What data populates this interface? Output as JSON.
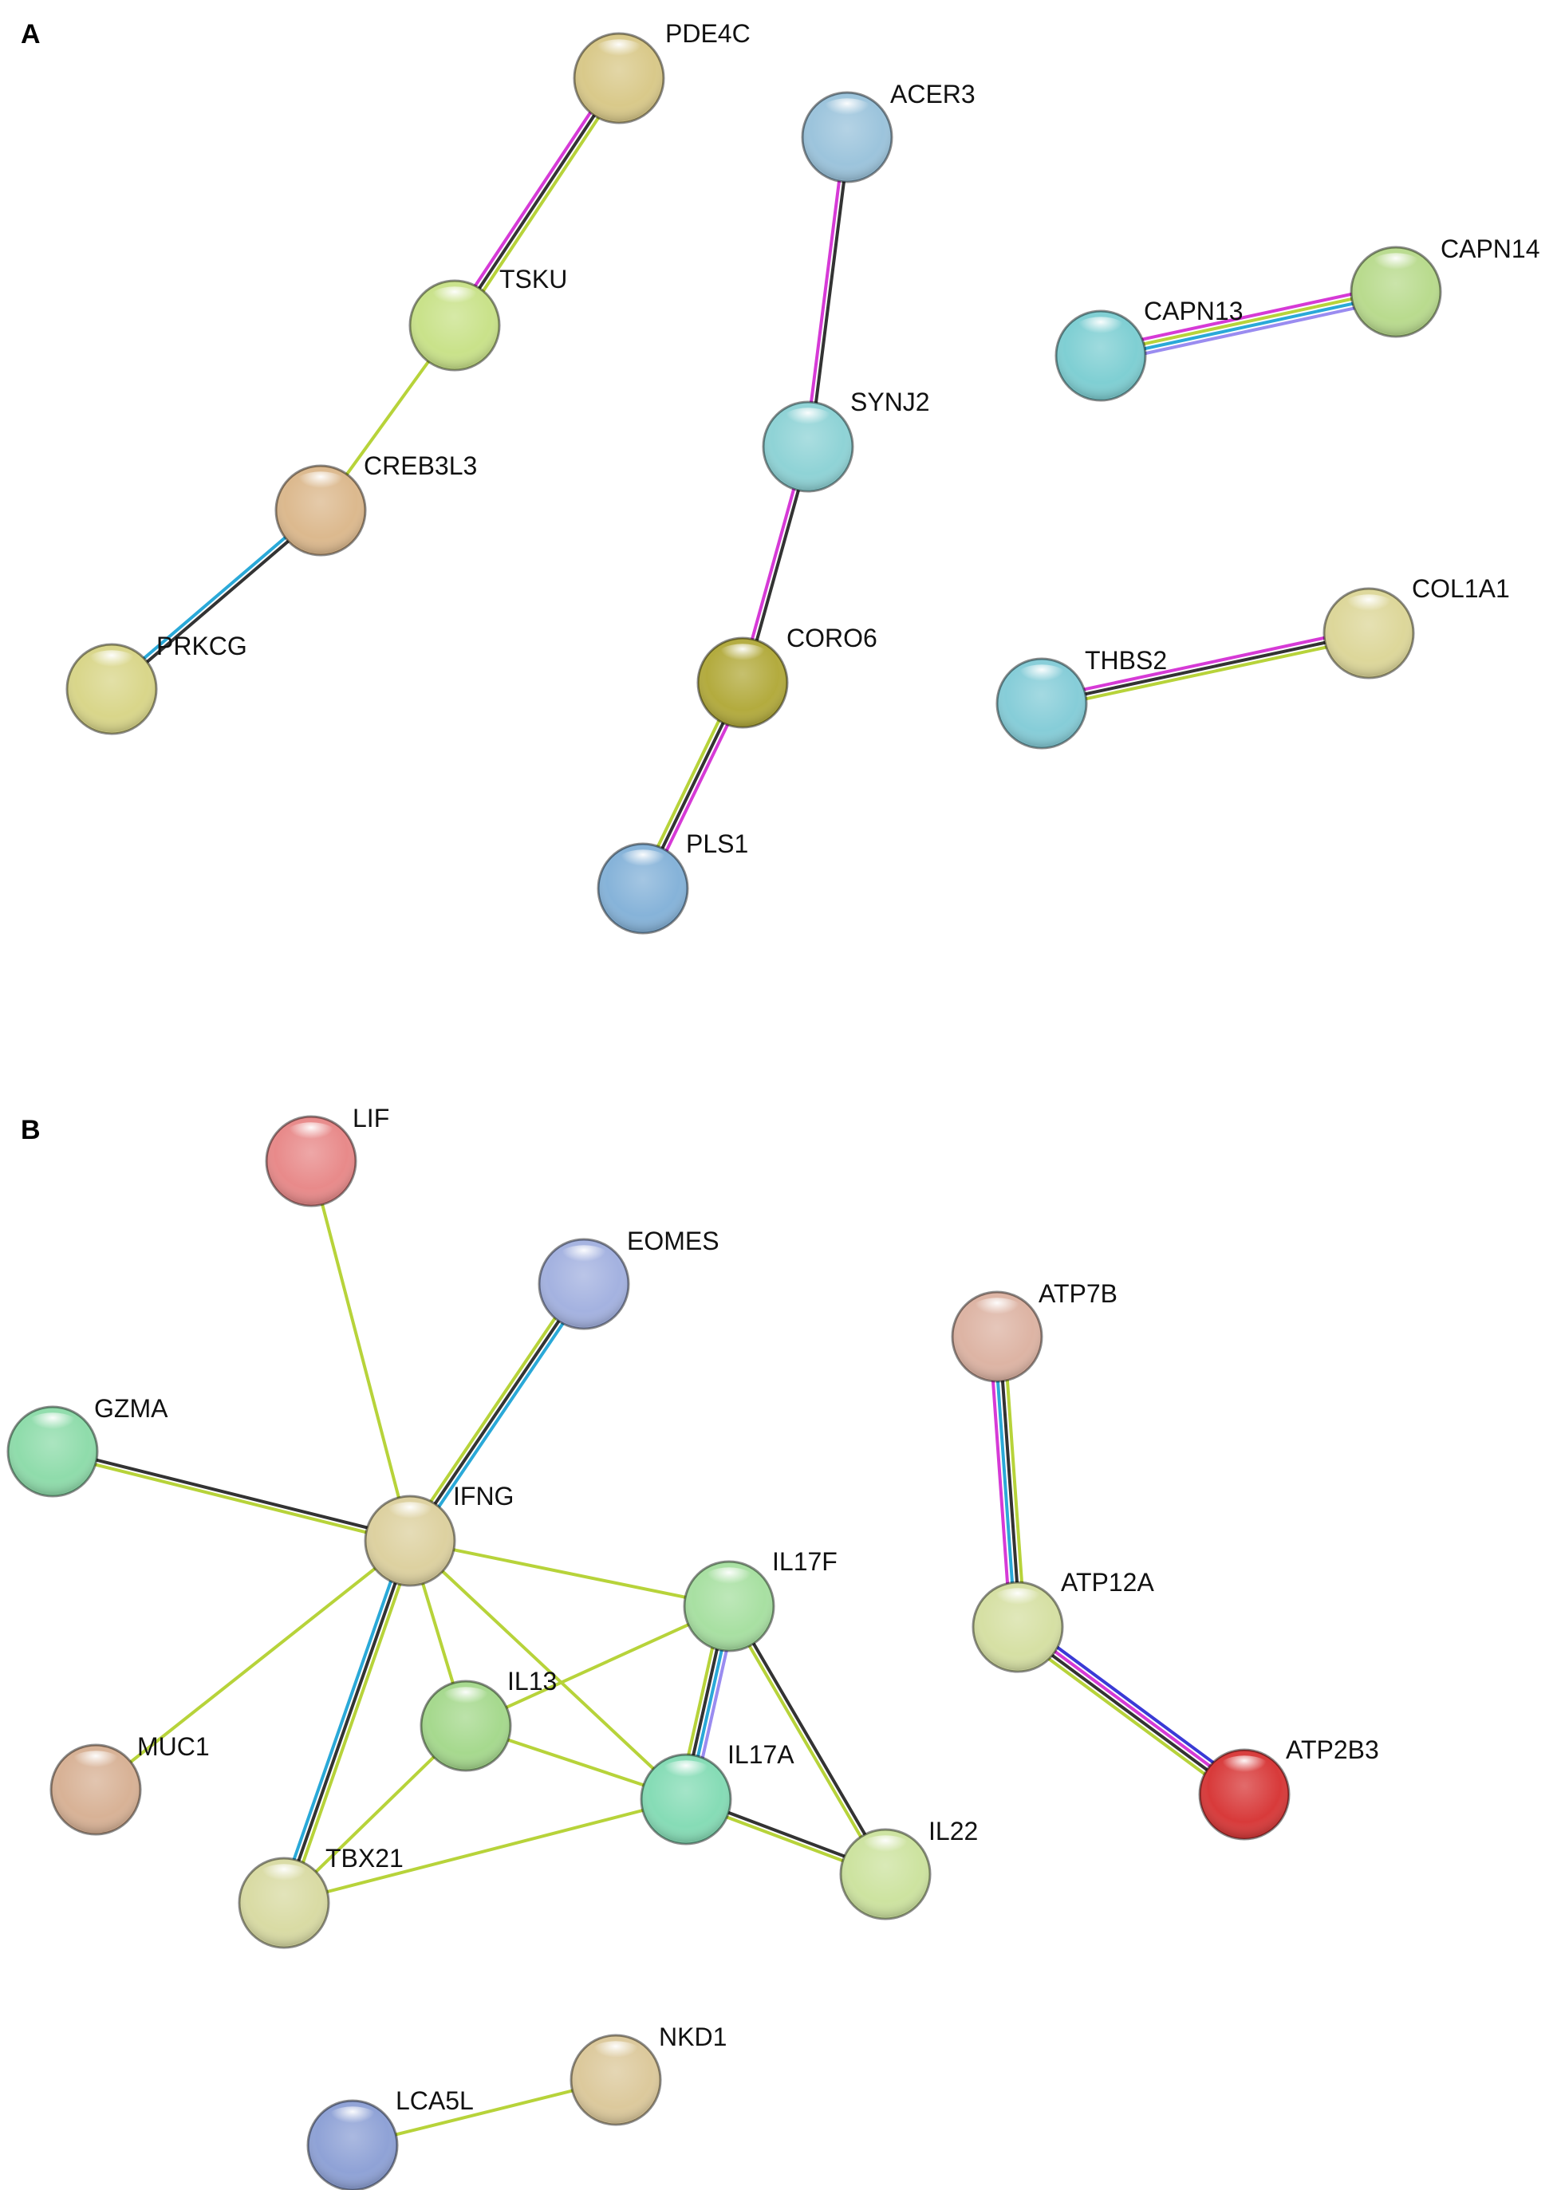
{
  "panels": [
    {
      "letter": "A",
      "nodes": [
        {
          "id": "PDE4C",
          "label": "PDE4C",
          "color": "#d9c98a"
        },
        {
          "id": "TSKU",
          "label": "TSKU",
          "color": "#c9e28a"
        },
        {
          "id": "CREB3L3",
          "label": "CREB3L3",
          "color": "#dcb98e"
        },
        {
          "id": "PRKCG",
          "label": "PRKCG",
          "color": "#d9d68a"
        },
        {
          "id": "ACER3",
          "label": "ACER3",
          "color": "#9cc4dc"
        },
        {
          "id": "SYNJ2",
          "label": "SYNJ2",
          "color": "#8fd3d6"
        },
        {
          "id": "CORO6",
          "label": "CORO6",
          "color": "#b3ab3e"
        },
        {
          "id": "PLS1",
          "label": "PLS1",
          "color": "#86b3d9"
        },
        {
          "id": "CAPN13",
          "label": "CAPN13",
          "color": "#7fcfd3"
        },
        {
          "id": "CAPN14",
          "label": "CAPN14",
          "color": "#b9db8e"
        },
        {
          "id": "THBS2",
          "label": "THBS2",
          "color": "#86cdd8"
        },
        {
          "id": "COL1A1",
          "label": "COL1A1",
          "color": "#ddd79a"
        }
      ],
      "edges": [
        {
          "from": "PDE4C",
          "to": "TSKU",
          "colors": [
            "#b7d33a",
            "#333333",
            "#d63ad6"
          ]
        },
        {
          "from": "TSKU",
          "to": "CREB3L3",
          "colors": [
            "#b7d33a"
          ]
        },
        {
          "from": "CREB3L3",
          "to": "PRKCG",
          "colors": [
            "#333333",
            "#2aa9d8"
          ]
        },
        {
          "from": "ACER3",
          "to": "SYNJ2",
          "colors": [
            "#333333",
            "#d63ad6"
          ]
        },
        {
          "from": "SYNJ2",
          "to": "CORO6",
          "colors": [
            "#333333",
            "#d63ad6"
          ]
        },
        {
          "from": "CORO6",
          "to": "PLS1",
          "colors": [
            "#d63ad6",
            "#333333",
            "#b7d33a"
          ]
        },
        {
          "from": "CAPN13",
          "to": "CAPN14",
          "colors": [
            "#d63ad6",
            "#b7d33a",
            "#2aa9d8",
            "#9a8cf0"
          ]
        },
        {
          "from": "THBS2",
          "to": "COL1A1",
          "colors": [
            "#d63ad6",
            "#333333",
            "#b7d33a"
          ]
        }
      ]
    },
    {
      "letter": "B",
      "nodes": [
        {
          "id": "LIF",
          "label": "LIF",
          "color": "#e88a8a"
        },
        {
          "id": "EOMES",
          "label": "EOMES",
          "color": "#a4b2e0"
        },
        {
          "id": "GZMA",
          "label": "GZMA",
          "color": "#8fdcab"
        },
        {
          "id": "IFNG",
          "label": "IFNG",
          "color": "#ddd1a0"
        },
        {
          "id": "IL17F",
          "label": "IL17F",
          "color": "#a8e0a2"
        },
        {
          "id": "IL13",
          "label": "IL13",
          "color": "#a6d98e"
        },
        {
          "id": "IL17A",
          "label": "IL17A",
          "color": "#86dcb6"
        },
        {
          "id": "IL22",
          "label": "IL22",
          "color": "#cde3a0"
        },
        {
          "id": "MUC1",
          "label": "MUC1",
          "color": "#d8b296"
        },
        {
          "id": "TBX21",
          "label": "TBX21",
          "color": "#d9dba4"
        },
        {
          "id": "ATP7B",
          "label": "ATP7B",
          "color": "#ddb4a4"
        },
        {
          "id": "ATP12A",
          "label": "ATP12A",
          "color": "#d6e0a4"
        },
        {
          "id": "ATP2B3",
          "label": "ATP2B3",
          "color": "#d83a3a"
        },
        {
          "id": "NKD1",
          "label": "NKD1",
          "color": "#dcc99c"
        },
        {
          "id": "LCA5L",
          "label": "LCA5L",
          "color": "#8fa2d6"
        }
      ],
      "edges": [
        {
          "from": "LIF",
          "to": "IFNG",
          "colors": [
            "#b7d33a"
          ]
        },
        {
          "from": "EOMES",
          "to": "IFNG",
          "colors": [
            "#2aa9d8",
            "#333333",
            "#b7d33a"
          ]
        },
        {
          "from": "GZMA",
          "to": "IFNG",
          "colors": [
            "#333333",
            "#b7d33a"
          ]
        },
        {
          "from": "IFNG",
          "to": "IL17F",
          "colors": [
            "#b7d33a"
          ]
        },
        {
          "from": "IFNG",
          "to": "IL13",
          "colors": [
            "#b7d33a"
          ]
        },
        {
          "from": "IFNG",
          "to": "IL17A",
          "colors": [
            "#b7d33a"
          ]
        },
        {
          "from": "IFNG",
          "to": "MUC1",
          "colors": [
            "#b7d33a"
          ]
        },
        {
          "from": "IFNG",
          "to": "TBX21",
          "colors": [
            "#b7d33a",
            "#333333",
            "#2aa9d8"
          ]
        },
        {
          "from": "IL13",
          "to": "IL17F",
          "colors": [
            "#b7d33a"
          ]
        },
        {
          "from": "IL13",
          "to": "IL17A",
          "colors": [
            "#b7d33a"
          ]
        },
        {
          "from": "IL13",
          "to": "TBX21",
          "colors": [
            "#b7d33a"
          ]
        },
        {
          "from": "IL17F",
          "to": "IL17A",
          "colors": [
            "#9a8cf0",
            "#2aa9d8",
            "#333333",
            "#b7d33a"
          ]
        },
        {
          "from": "IL17F",
          "to": "IL22",
          "colors": [
            "#333333",
            "#b7d33a"
          ]
        },
        {
          "from": "IL17A",
          "to": "IL22",
          "colors": [
            "#333333",
            "#b7d33a"
          ]
        },
        {
          "from": "IL17A",
          "to": "TBX21",
          "colors": [
            "#b7d33a"
          ]
        },
        {
          "from": "ATP7B",
          "to": "ATP12A",
          "colors": [
            "#b7d33a",
            "#333333",
            "#2aa9d8",
            "#d63ad6"
          ]
        },
        {
          "from": "ATP12A",
          "to": "ATP2B3",
          "colors": [
            "#3a3ad6",
            "#d63ad6",
            "#333333",
            "#b7d33a"
          ]
        },
        {
          "from": "LCA5L",
          "to": "NKD1",
          "colors": [
            "#b7d33a"
          ]
        }
      ]
    }
  ]
}
